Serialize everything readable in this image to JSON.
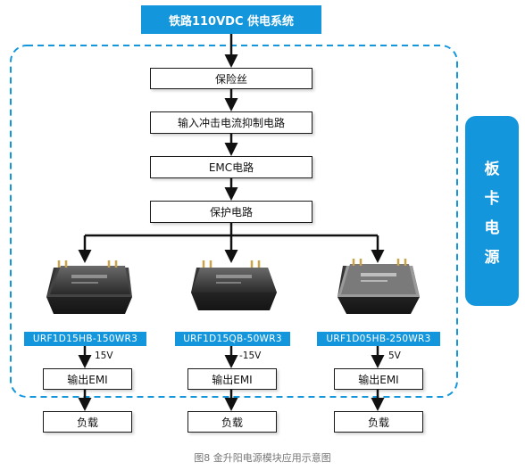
{
  "top_source": "铁路110VDC 供电系统",
  "chain": [
    "保险丝",
    "输入冲击电流抑制电路",
    "EMC电路",
    "保护电路"
  ],
  "side_label": [
    "板",
    "卡",
    "电",
    "源"
  ],
  "modules": [
    {
      "part_number": "URF1D15HB-150WR3",
      "output_voltage": "15V",
      "emi": "输出EMI",
      "load": "负载"
    },
    {
      "part_number": "URF1D15QB-50WR3",
      "output_voltage": "-15V",
      "emi": "输出EMI",
      "load": "负载"
    },
    {
      "part_number": "URF1D05HB-250WR3",
      "output_voltage": "5V",
      "emi": "输出EMI",
      "load": "负载"
    }
  ],
  "caption": "图8 金升阳电源模块应用示意图",
  "colors": {
    "accent": "#1496dc",
    "dashed_border": "#1496dc",
    "arrow": "#111111"
  }
}
